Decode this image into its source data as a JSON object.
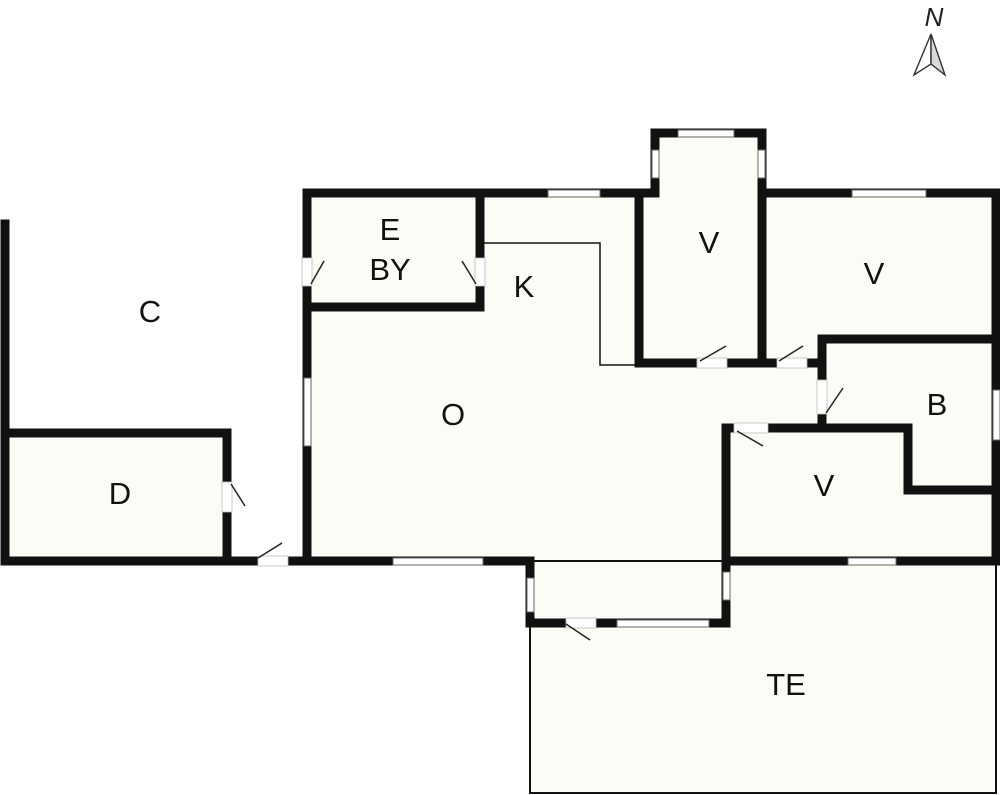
{
  "colors": {
    "floor_fill": "#fcfcf7",
    "wall": "#111111",
    "window_fill": "#ffffff",
    "swing_line": "#222222",
    "compass_stroke": "#333333"
  },
  "compass": {
    "label": "N",
    "icon": "north-arrow-icon"
  },
  "rooms": {
    "carport": "C",
    "storage": "D",
    "entrance_line1": "E",
    "entrance_line2": "BY",
    "kitchen": "K",
    "living": "O",
    "bedroom_1": "V",
    "bedroom_2": "V",
    "bedroom_3": "V",
    "bathroom": "B",
    "terrace": "TE"
  }
}
